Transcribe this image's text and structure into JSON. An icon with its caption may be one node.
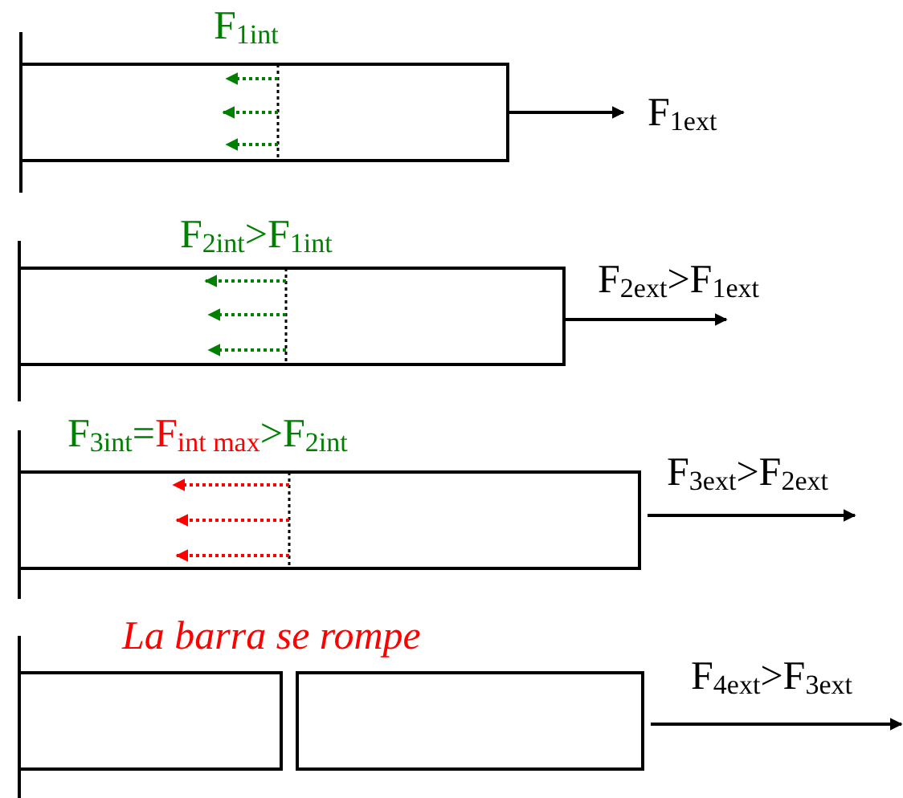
{
  "diagram": {
    "labels": [
      "F$_{1int}$",
      "F$_{1ext}$",
      "F$_{2int}$>F$_{1int}$",
      "F$_{2ext}$>F$_{1ext}$",
      "F$_{3int}$=F$_{int max}$>F$_{2int}$",
      "F$_{3ext}$>F$_{2ext}$",
      "La barra se rompe",
      "F$_{4ext}$>F$_{3ext}$"
    ]
  }
}
